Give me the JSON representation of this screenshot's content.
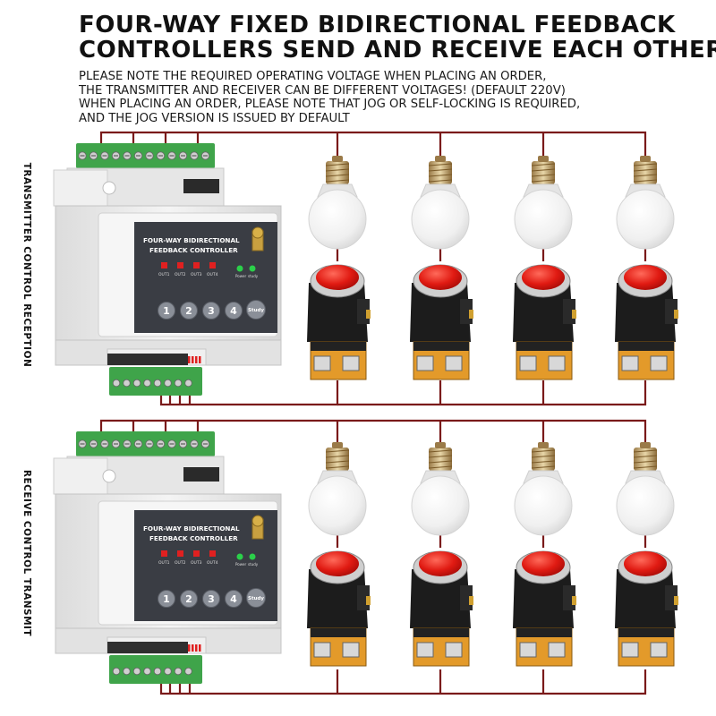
{
  "heading": {
    "line1": "FOUR-WAY FIXED BIDIRECTIONAL FEEDBACK",
    "line2": "CONTROLLERS SEND AND RECEIVE EACH OTHER"
  },
  "notes": [
    "PLEASE NOTE THE REQUIRED OPERATING VOLTAGE WHEN PLACING AN ORDER,",
    "THE TRANSMITTER AND RECEIVER CAN BE DIFFERENT VOLTAGES! (DEFAULT 220V)",
    "WHEN PLACING AN ORDER, PLEASE NOTE THAT JOG OR SELF-LOCKING IS REQUIRED,",
    "AND THE JOG VERSION IS ISSUED BY DEFAULT"
  ],
  "side_labels": {
    "top": "TRANSMITTER CONTROL RECEPTION",
    "bottom": "RECEIVE CONTROL TRANSMIT"
  },
  "controller": {
    "label_line1": "FOUR-WAY BIDIRECTIONAL",
    "label_line2": "FEEDBACK CONTROLLER",
    "outputs": [
      "OUT1",
      "OUT2",
      "OUT3",
      "OUT4"
    ],
    "indicators": [
      "Power",
      "study"
    ],
    "buttons": [
      "1",
      "2",
      "3",
      "4"
    ],
    "study_button": "Study"
  },
  "colors": {
    "wire": "#7a1a1a",
    "terminal_green": "#3fa44a",
    "button_red": "#e02020",
    "housing": "#ededed"
  }
}
